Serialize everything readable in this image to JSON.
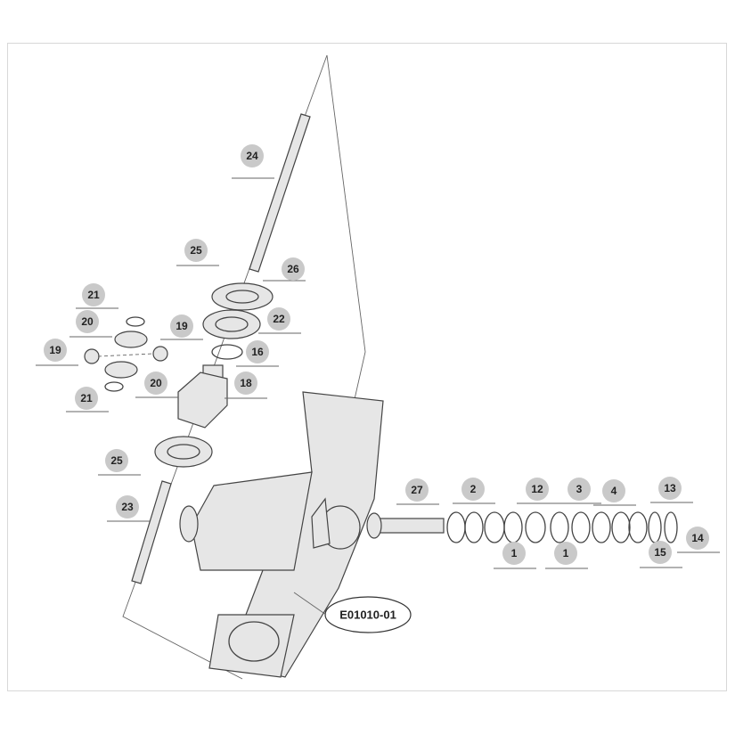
{
  "diagram": {
    "title_badge": "E01010-01",
    "callouts": [
      "24",
      "25",
      "26",
      "21",
      "22",
      "20",
      "19",
      "19",
      "16",
      "18",
      "20",
      "21",
      "25",
      "23",
      "27",
      "2",
      "12",
      "3",
      "4",
      "13",
      "14",
      "15",
      "1",
      "1"
    ]
  }
}
